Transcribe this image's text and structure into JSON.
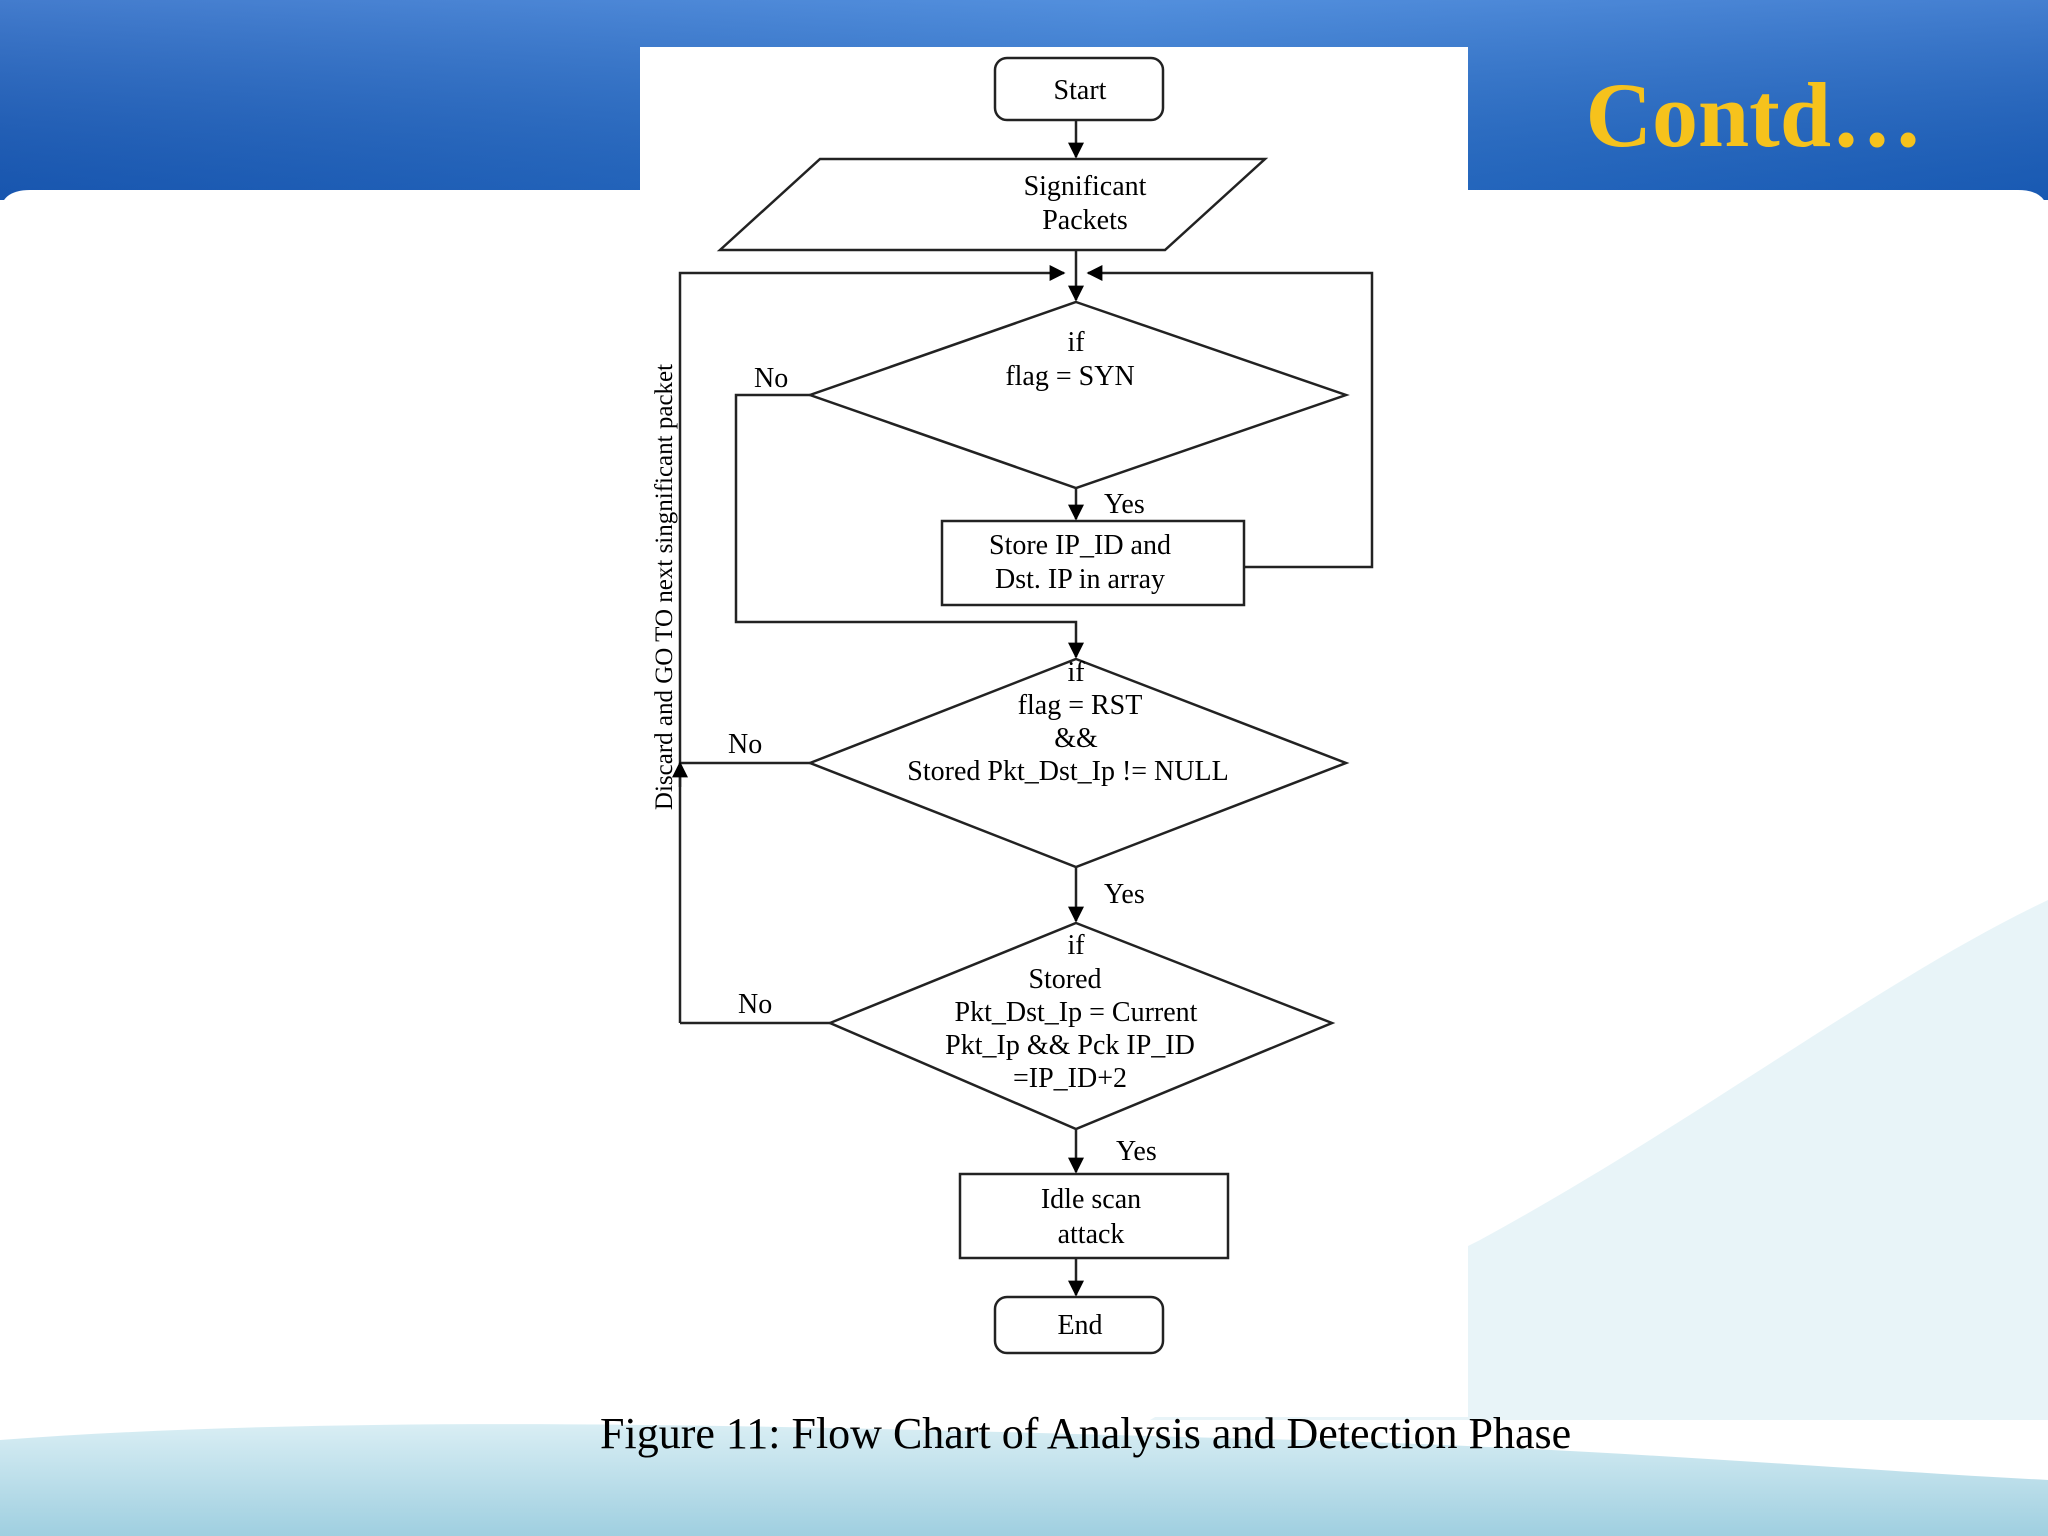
{
  "slide": {
    "title": "Contd…",
    "caption": "Figure 11: Flow Chart of Analysis and Detection Phase"
  },
  "colors": {
    "header_blue": "#1a5fc2",
    "header_light": "#3d8be0",
    "title_yellow": "#f6c21c",
    "footer_teal": "#b9dbe6"
  },
  "flowchart": {
    "nodes": {
      "start": {
        "lines": [
          "Start"
        ]
      },
      "input": {
        "lines": [
          "Significant",
          "Packets"
        ]
      },
      "decision_syn": {
        "lines": [
          "if",
          "flag = SYN"
        ]
      },
      "store": {
        "lines": [
          "Store IP_ID and",
          "Dst. IP in array"
        ]
      },
      "decision_rst": {
        "lines": [
          "if",
          "flag = RST",
          "&&",
          "Stored  Pkt_Dst_Ip != NULL"
        ]
      },
      "decision_match": {
        "lines": [
          "if",
          "Stored",
          "Pkt_Dst_Ip = Current",
          "Pkt_Ip && Pck IP_ID",
          "=IP_ID+2"
        ]
      },
      "attack": {
        "lines": [
          "Idle scan",
          "attack"
        ]
      },
      "end": {
        "lines": [
          "End"
        ]
      }
    },
    "labels": {
      "no_1": "No",
      "yes_1": "Yes",
      "no_2": "No",
      "yes_2": "Yes",
      "no_3": "No",
      "yes_3": "Yes",
      "side": "Discard and GO TO next singnificant packet"
    }
  }
}
